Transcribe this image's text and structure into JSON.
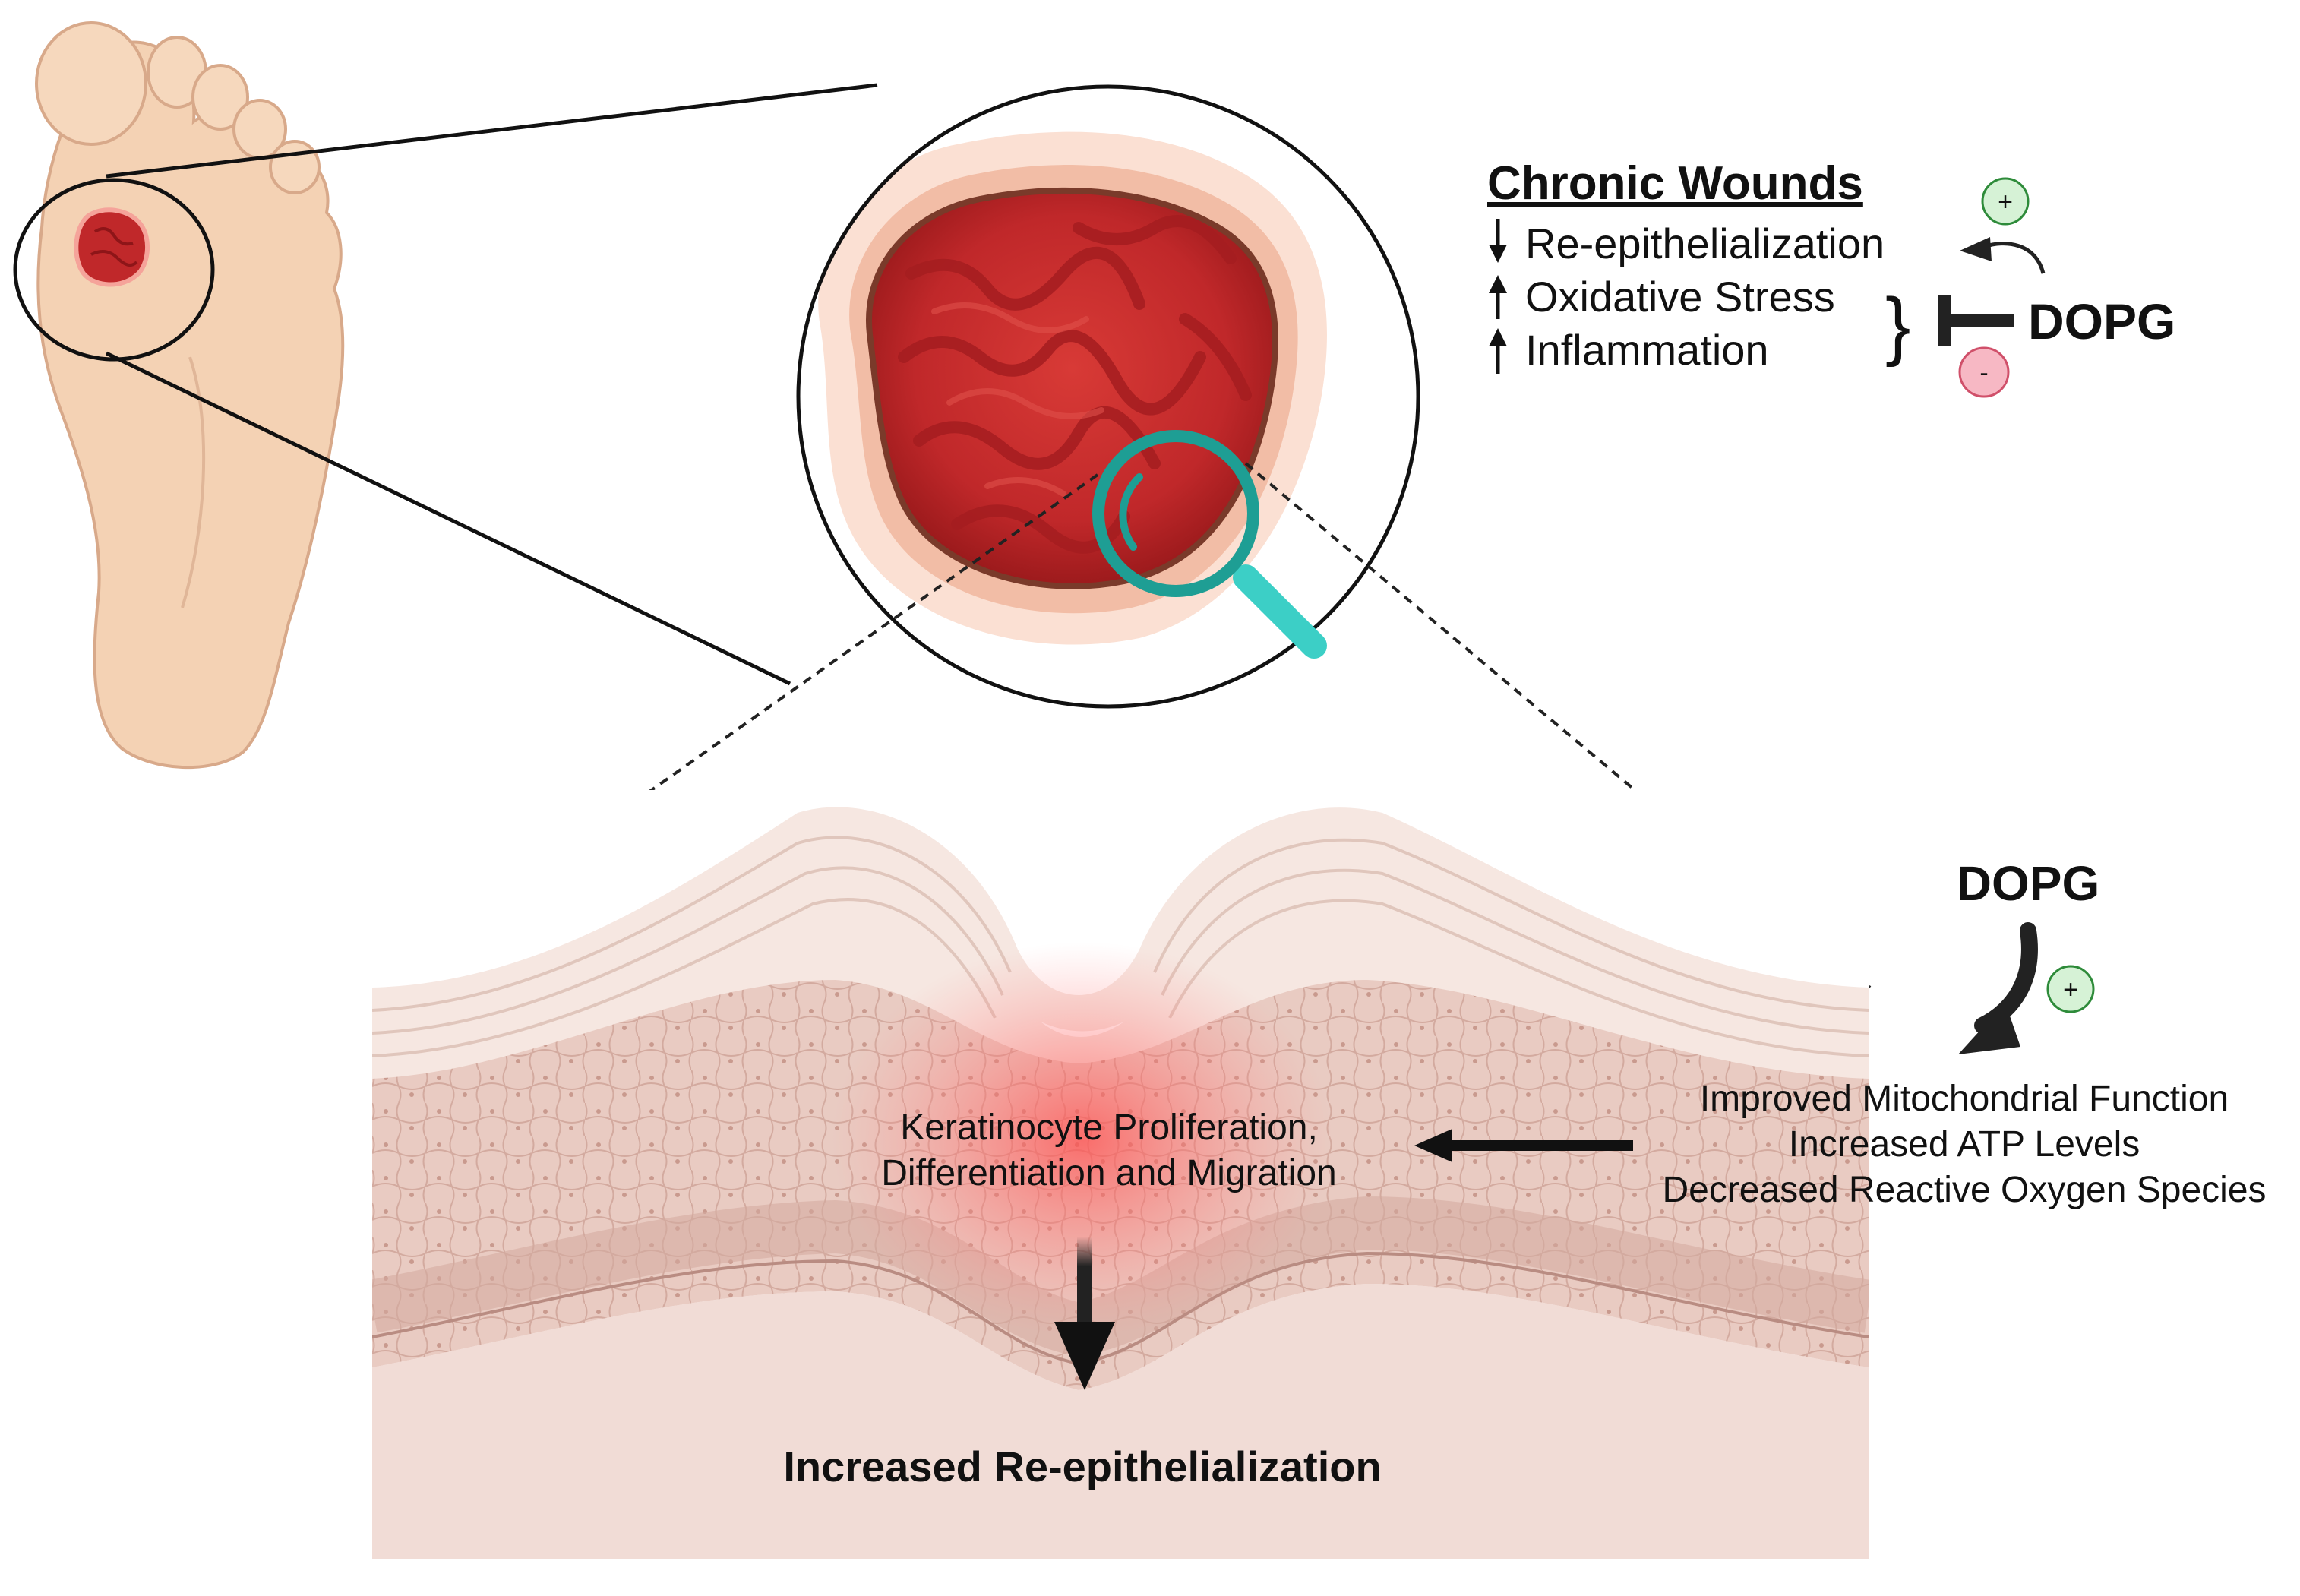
{
  "chronic": {
    "title": "Chronic Wounds",
    "items": [
      {
        "direction": "down",
        "label": "Re-epithelialization"
      },
      {
        "direction": "up",
        "label": "Oxidative Stress"
      },
      {
        "direction": "up",
        "label": "Inflammation"
      }
    ],
    "brace": "}",
    "agent": "DOPG",
    "plus_sign": "+",
    "minus_sign": "-"
  },
  "mechanism": {
    "agent": "DOPG",
    "plus_sign": "+",
    "effects": [
      "Improved Mitochondrial Function",
      "Increased ATP Levels",
      "Decreased Reactive Oxygen Species"
    ]
  },
  "skin": {
    "process_lines": [
      "Keratinocyte Proliferation,",
      "Differentiation and Migration"
    ],
    "outcome": "Increased Re-epithelialization"
  },
  "colors": {
    "skin": "#f4d2b4",
    "skin_outline": "#d8a98a",
    "wound": "#c0282a",
    "wound_dark": "#8e1518",
    "magnifier": "#1e9e94",
    "magnifier_handle": "#3ccfc6",
    "plus_fill": "#d6f2d6",
    "plus_stroke": "#2e8b3a",
    "minus_fill": "#f7b8c4",
    "minus_stroke": "#d0506a",
    "tissue_bg": "#f1dcd6",
    "tissue_cells": "#e6c4bb",
    "stratum_corneum": "#f6e7e1",
    "glow": "#ff5a5a"
  }
}
